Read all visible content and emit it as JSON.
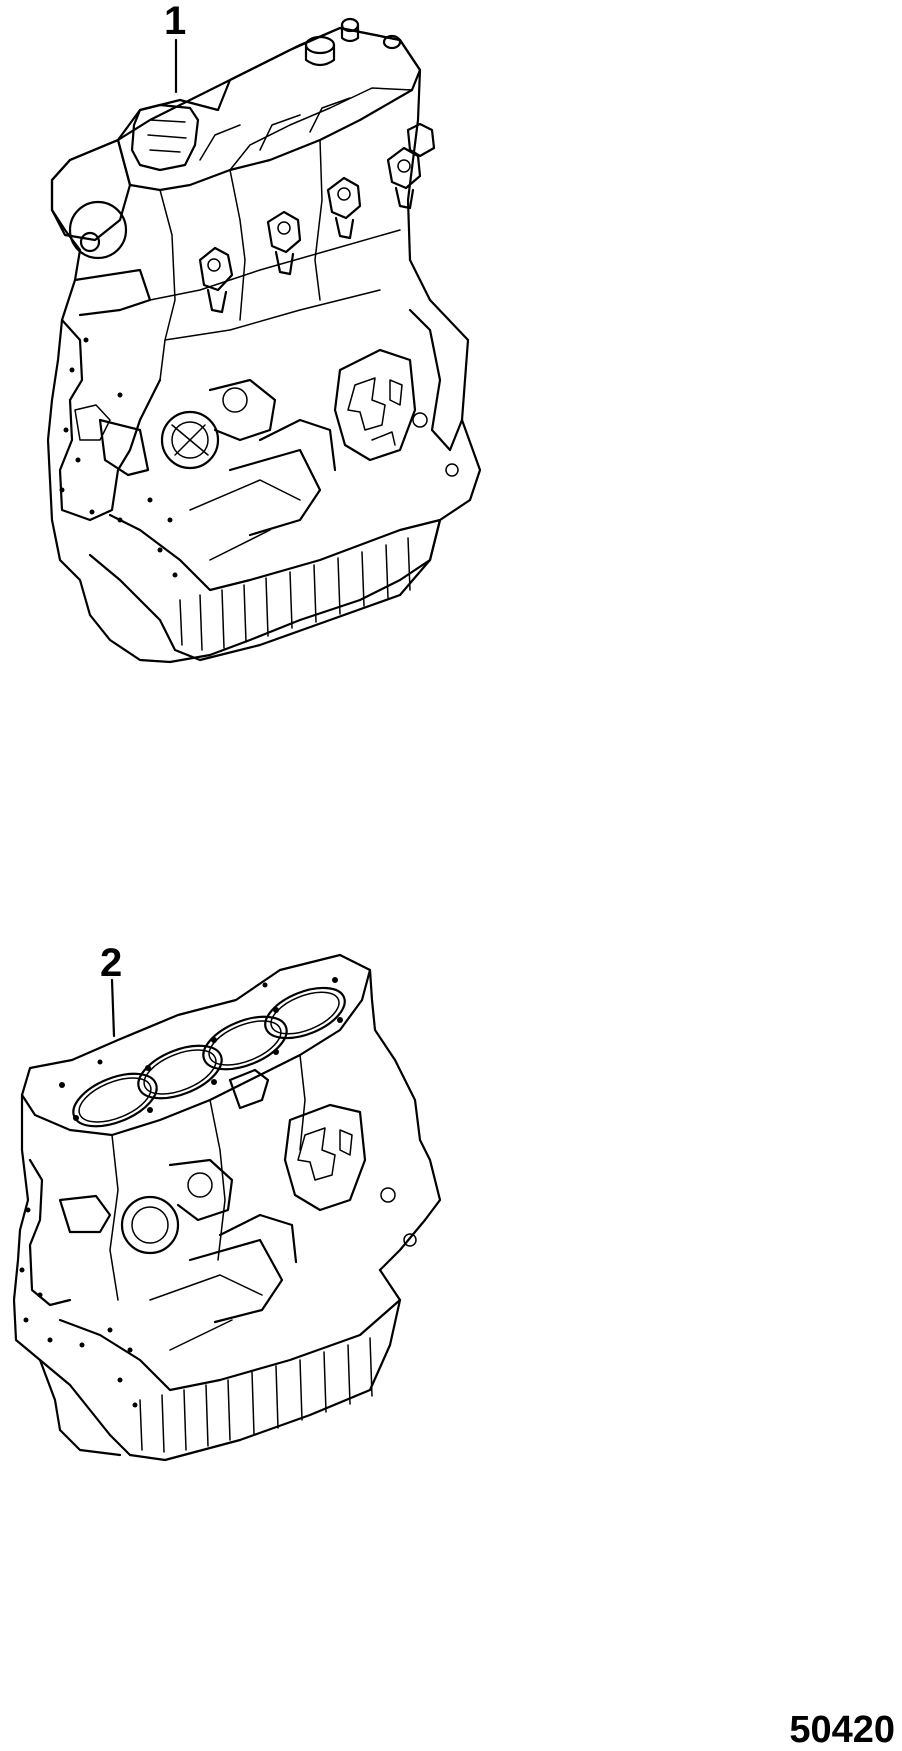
{
  "callouts": [
    {
      "number": "1"
    },
    {
      "number": "2"
    }
  ],
  "figure_id": "50420"
}
